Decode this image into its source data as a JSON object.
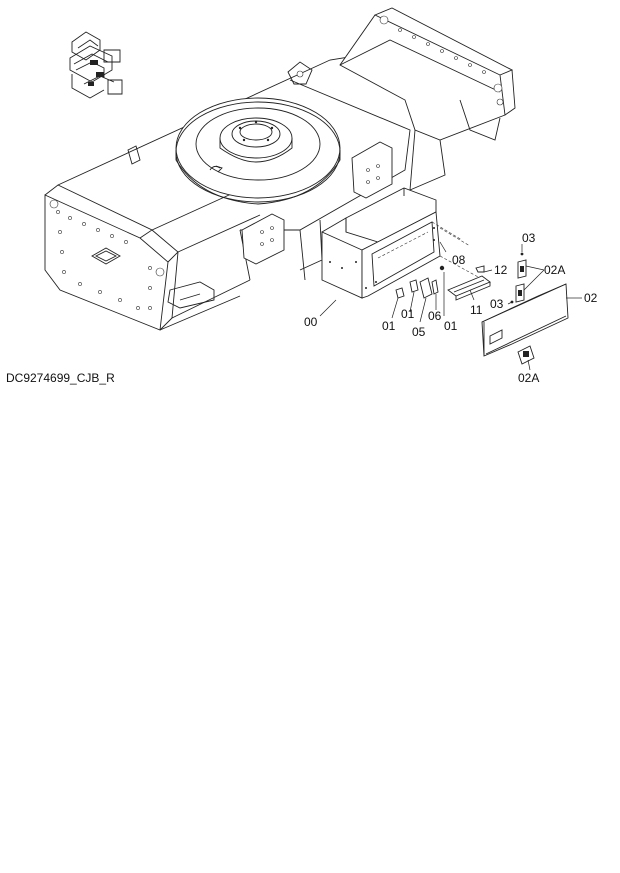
{
  "drawing_id": "DC9274699_CJB_R",
  "labels": {
    "l00": "00",
    "l01a": "01",
    "l01b": "01",
    "l01c": "01",
    "l02": "02",
    "l02a_top": "02A",
    "l02a_bottom": "02A",
    "l03_top": "03",
    "l03_mid": "03",
    "l05": "05",
    "l06": "06",
    "l08": "08",
    "l11": "11",
    "l12": "12"
  }
}
